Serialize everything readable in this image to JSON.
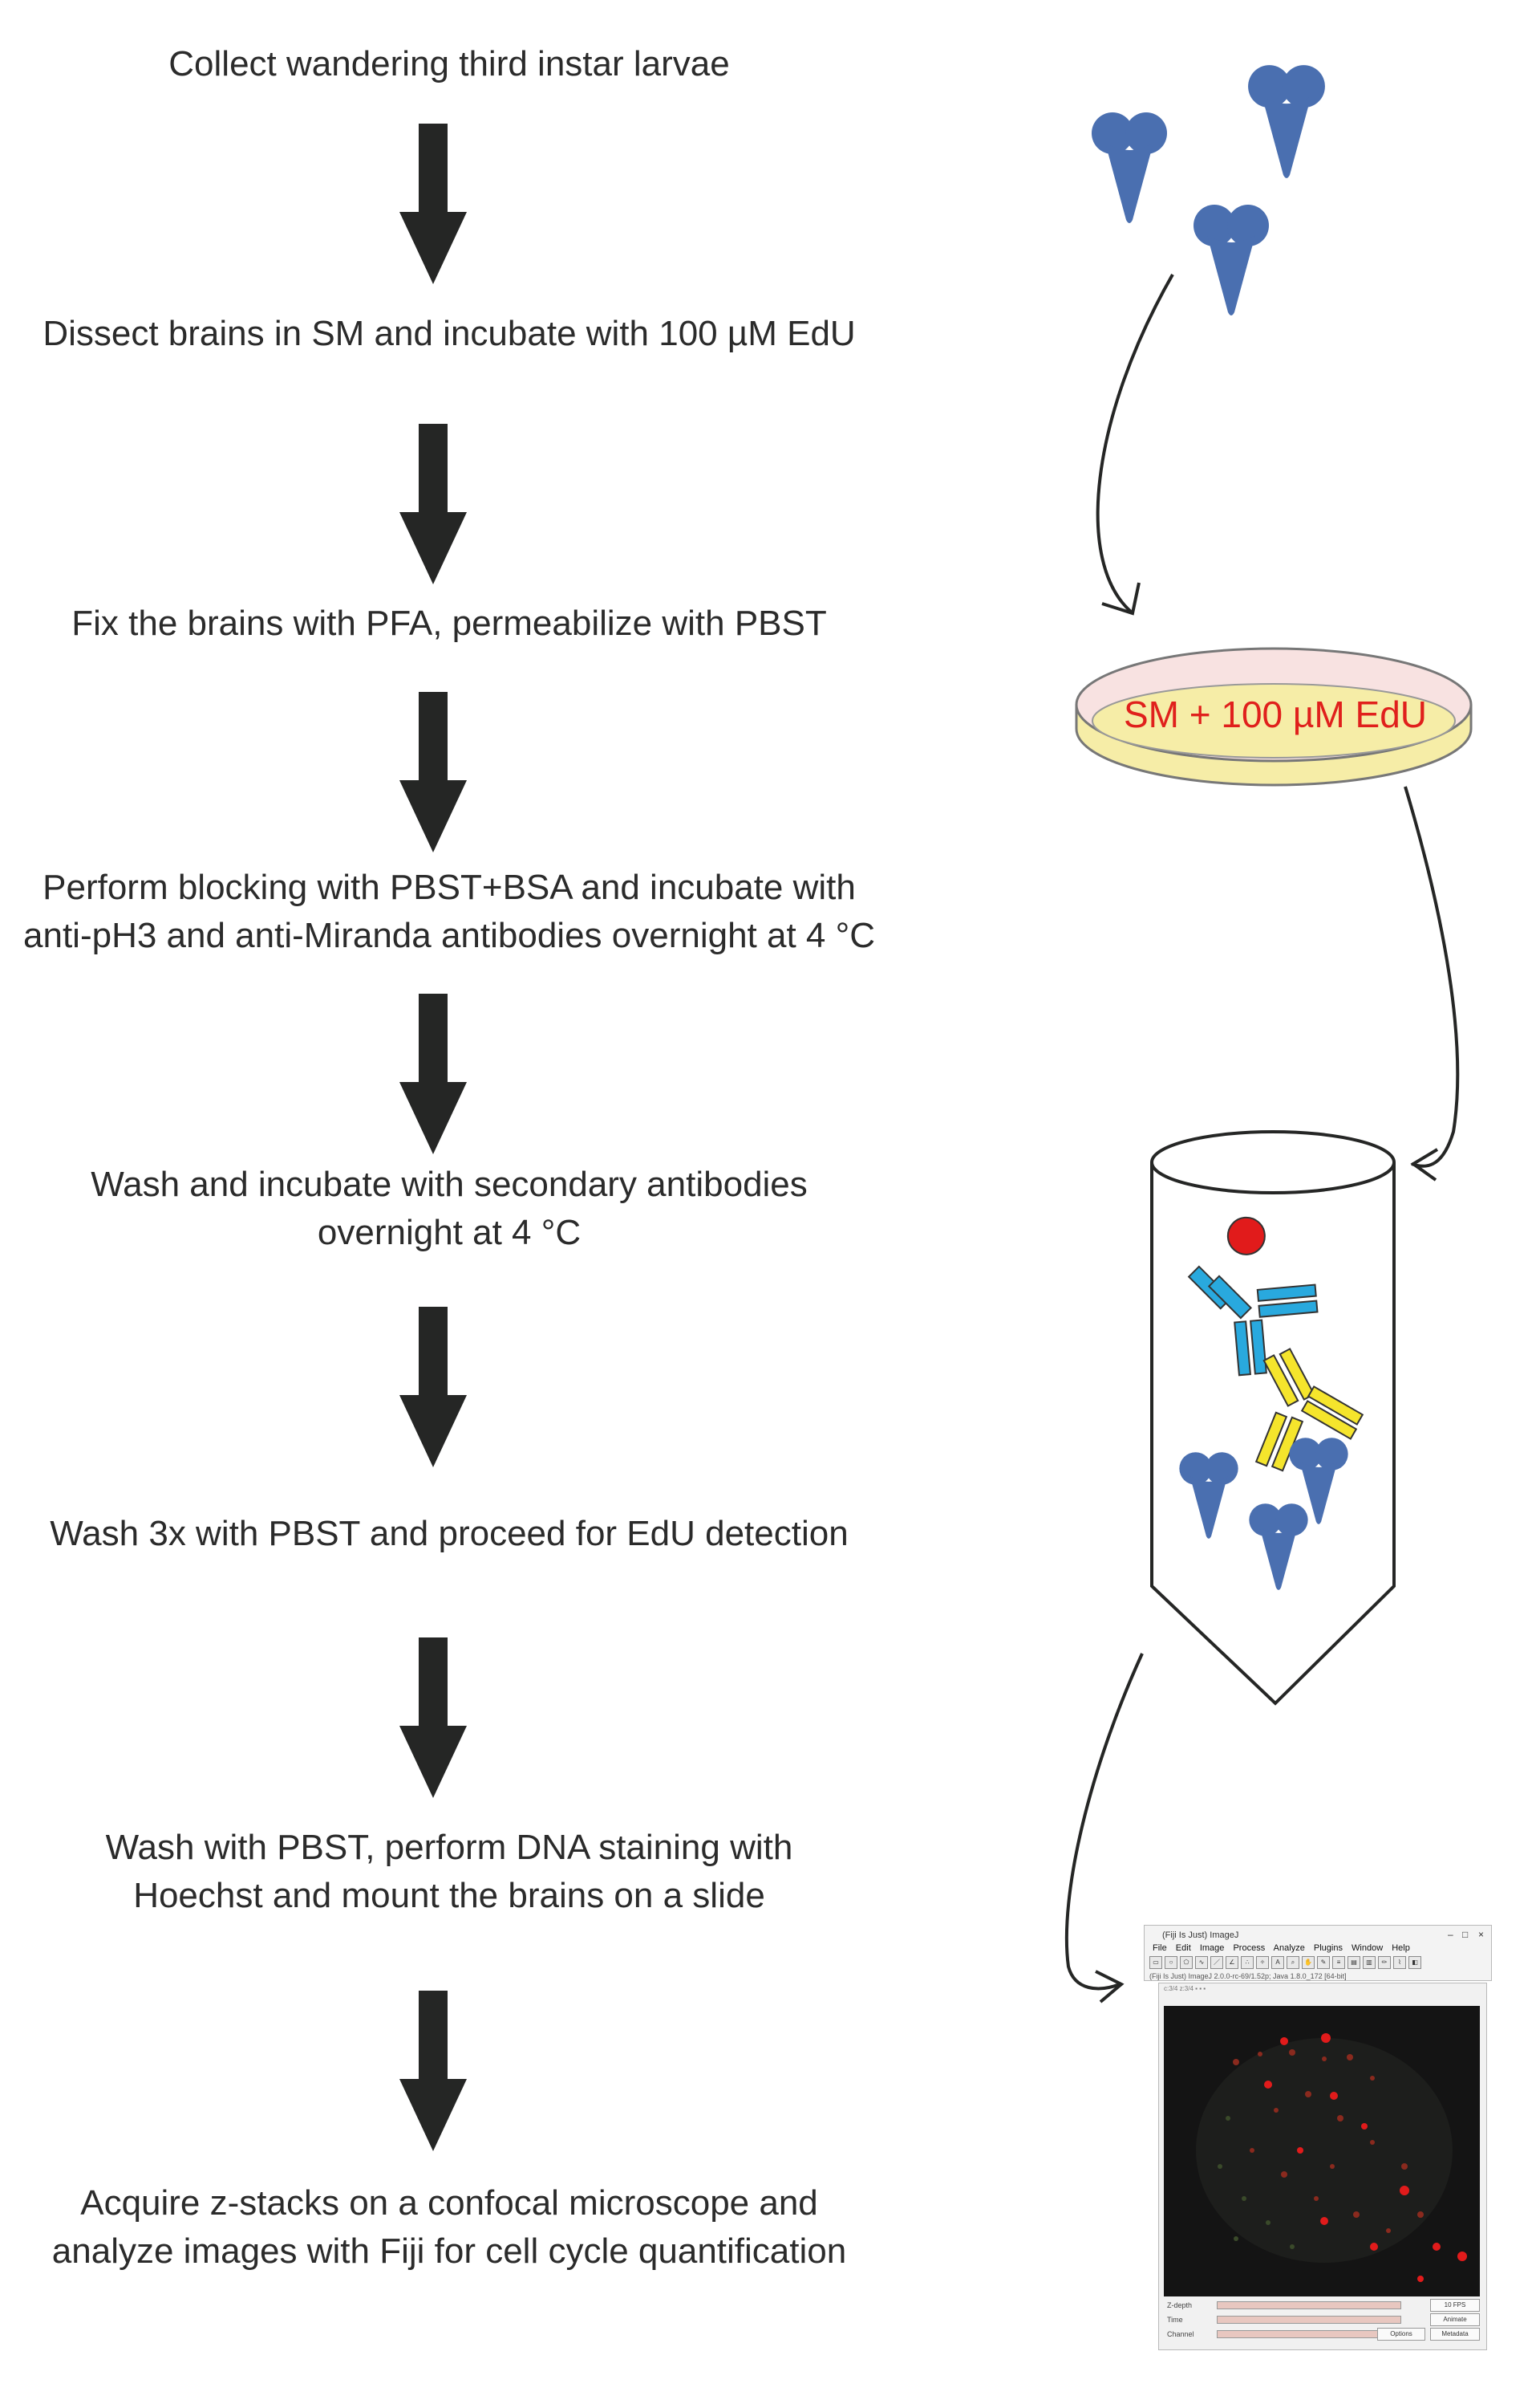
{
  "steps": [
    {
      "lines": [
        "Collect wandering third instar larvae"
      ]
    },
    {
      "lines": [
        "Dissect brains in SM and incubate with 100 µM EdU"
      ]
    },
    {
      "lines": [
        "Fix the brains with PFA, permeabilize with PBST"
      ]
    },
    {
      "lines": [
        "Perform blocking with PBST+BSA and incubate with",
        "anti-pH3 and anti-Miranda antibodies overnight at 4 °C"
      ]
    },
    {
      "lines": [
        "Wash and incubate with secondary antibodies",
        "overnight at 4 °C"
      ]
    },
    {
      "lines": [
        "Wash 3x  with PBST and proceed for EdU detection"
      ]
    },
    {
      "lines": [
        "Wash with PBST, perform DNA staining with",
        "Hoechst and mount the brains on a slide"
      ]
    },
    {
      "lines": [
        "Acquire z-stacks on a confocal microscope and",
        "analyze images with Fiji for cell cycle quantification"
      ]
    }
  ],
  "petri_label": "SM + 100 µM EdU",
  "fiji": {
    "title": "(Fiji Is Just) ImageJ",
    "menu": [
      "File",
      "Edit",
      "Image",
      "Process",
      "Analyze",
      "Plugins",
      "Window",
      "Help"
    ],
    "status": "(Fiji Is Just) ImageJ 2.0.0-rc-69/1.52p; Java 1.8.0_172 [64-bit]",
    "sliders": [
      "Z-depth",
      "Time",
      "Channel"
    ],
    "buttons": [
      "Animate",
      "Metadata",
      "Options"
    ],
    "fps": "10 FPS"
  },
  "colors": {
    "text": "#2b2b2b",
    "arrow": "#252625",
    "brain": "#4a6fb0",
    "petri_label": "#e0201c",
    "antibody_primary": "#29a9de",
    "antibody_secondary": "#f5e52c",
    "edu_dot": "#e11b1b"
  }
}
